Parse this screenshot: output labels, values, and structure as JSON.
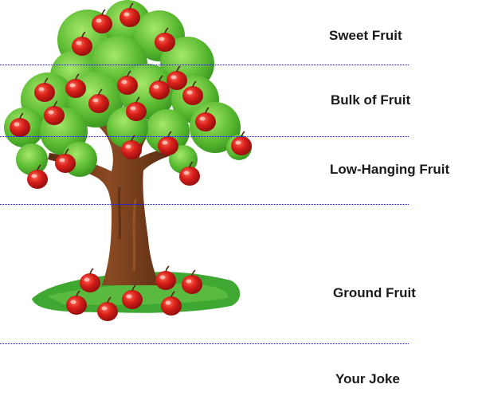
{
  "labels": {
    "sweet_fruit": "Sweet Fruit",
    "bulk_of_fruit": "Bulk of Fruit",
    "low_hanging_fruit": "Low-Hanging Fruit",
    "ground_fruit": "Ground Fruit",
    "your_joke": "Your Joke"
  },
  "colors": {
    "divider": "#1a1ab0",
    "trunk": "#7a3f1c",
    "leaf": "#4caf2a",
    "grass": "#3fa832",
    "apple": "#d01a1a"
  }
}
